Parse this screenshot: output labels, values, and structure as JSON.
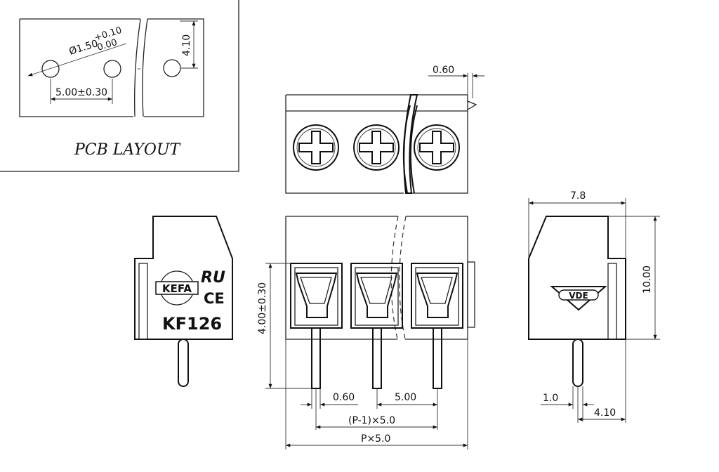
{
  "pcb_layout": {
    "title": "PCB LAYOUT",
    "hole_diameter": "Ø1.50",
    "hole_tol_plus": "+0.10",
    "hole_tol_minus": "0.00",
    "pitch": "5.00±0.30",
    "row_offset": "4.10"
  },
  "side_view_left": {
    "logo_text": "KEFA",
    "ul_mark": "RU",
    "ce_mark": "CE",
    "model": "KF126"
  },
  "top_view": {
    "tab_width": "0.60"
  },
  "front_view": {
    "body_height": "4.00±0.30",
    "pin_width": "0.60",
    "pitch": "5.00",
    "inner_span": "(P-1)×5.0",
    "total_span": "P×5.0"
  },
  "side_view_right": {
    "vde_mark": "VDE",
    "depth": "7.8",
    "height": "10.00",
    "pin_dia": "1.0",
    "pin_offset": "4.10"
  }
}
